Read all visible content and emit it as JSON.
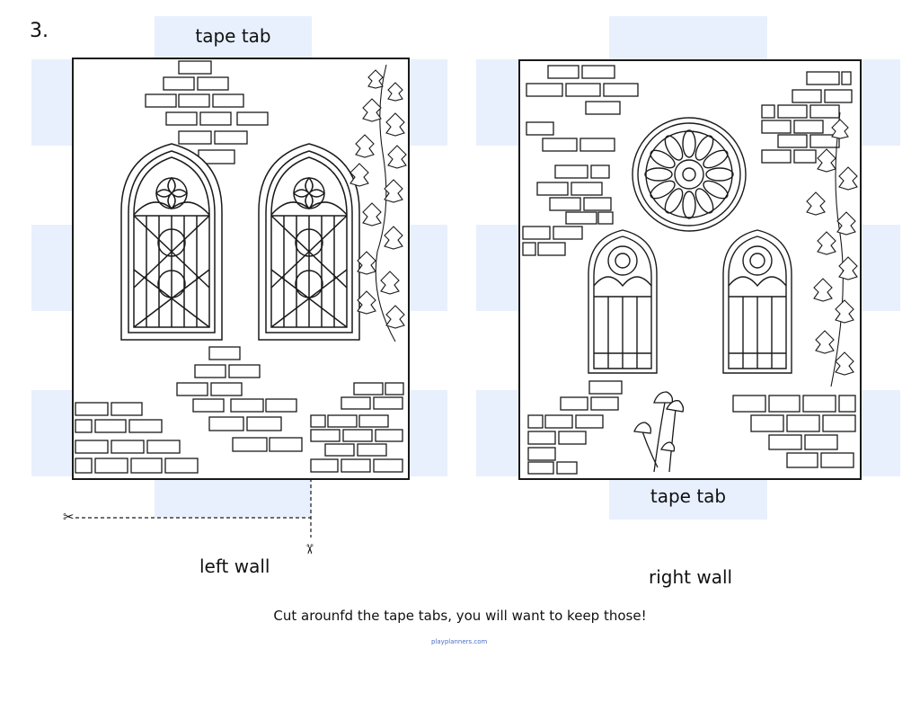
{
  "step": "3.",
  "left_panel": {
    "tab_label": "tape tab",
    "caption": "left wall"
  },
  "right_panel": {
    "tab_label": "tape tab",
    "caption": "right wall"
  },
  "instruction": "Cut arounfd the tape tabs, you will want to keep those!",
  "watermark": "playplanners.com",
  "colors": {
    "tape_tab": "#e8f0fd",
    "line": "#1a1a1a",
    "page": "#ffffff"
  },
  "icons": [
    "scissors-icon",
    "ivy-vine",
    "rose-window",
    "mushroom-cluster",
    "gothic-window",
    "brick-cluster"
  ]
}
